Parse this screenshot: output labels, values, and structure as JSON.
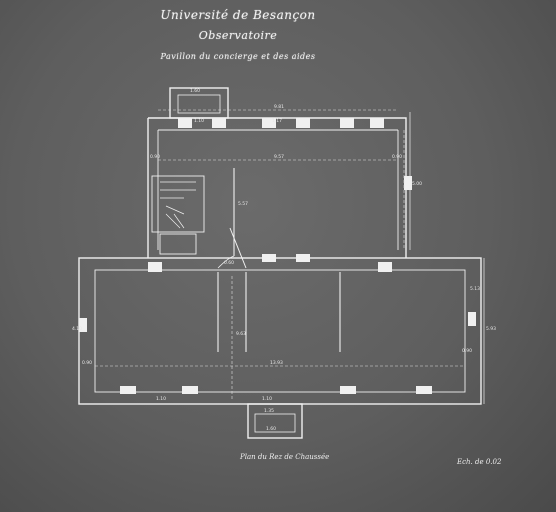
{
  "header": {
    "title": "Université de Besançon",
    "subtitle": "Observatoire",
    "building": "Pavillon du concierge et des aides"
  },
  "plan": {
    "caption": "Plan du Rez de Chaussée",
    "scale": "Ech. de 0.02",
    "dimensions": {
      "porch_top_width": "1.60",
      "upper_total_width": "9.81",
      "upper_inner_width": "9.57",
      "upper_left_pier": "0.90",
      "upper_right_pier": "0.90",
      "upper_window_left": "1.10",
      "upper_window_right": "1.17",
      "upper_height": "5.00",
      "upper_depth": "5.57",
      "stair_gap": "0.60",
      "lower_inner_width": "13.93",
      "lower_left_pier": "0.90",
      "lower_right_pier": "0.90",
      "lower_height": "5.13",
      "lower_side_left": "4.10",
      "lower_total_height": "5.93",
      "central_depth": "9.63",
      "bottom_window": "1.10",
      "bottom_door": "1.10",
      "porch_bottom_width": "1.35",
      "porch_step": "1.60"
    },
    "colors": {
      "paper": "#5e5e5e",
      "line": "#f0f0f0"
    }
  }
}
